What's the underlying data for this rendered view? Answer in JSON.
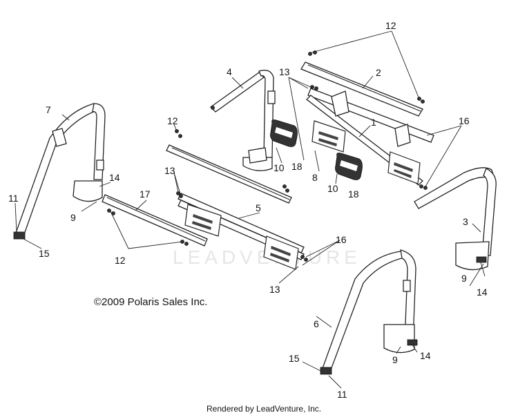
{
  "diagram": {
    "callouts": {
      "c1": "1",
      "c2": "2",
      "c3": "3",
      "c4": "4",
      "c5": "5",
      "c6": "6",
      "c7": "7",
      "c8": "8",
      "c9a": "9",
      "c9b": "9",
      "c9c": "9",
      "c10a": "10",
      "c10b": "10",
      "c11a": "11",
      "c11b": "11",
      "c12a": "12",
      "c12b": "12",
      "c12c": "12",
      "c13a": "13",
      "c13b": "13",
      "c13c": "13",
      "c14a": "14",
      "c14b": "14",
      "c14c": "14",
      "c15a": "15",
      "c15b": "15",
      "c16a": "16",
      "c16b": "16",
      "c17": "17",
      "c18a": "18",
      "c18b": "18"
    },
    "copyright": "©2009 Polaris Sales Inc.",
    "watermark": "LEADVENTURE",
    "footer": "Rendered by LeadVenture, Inc."
  }
}
